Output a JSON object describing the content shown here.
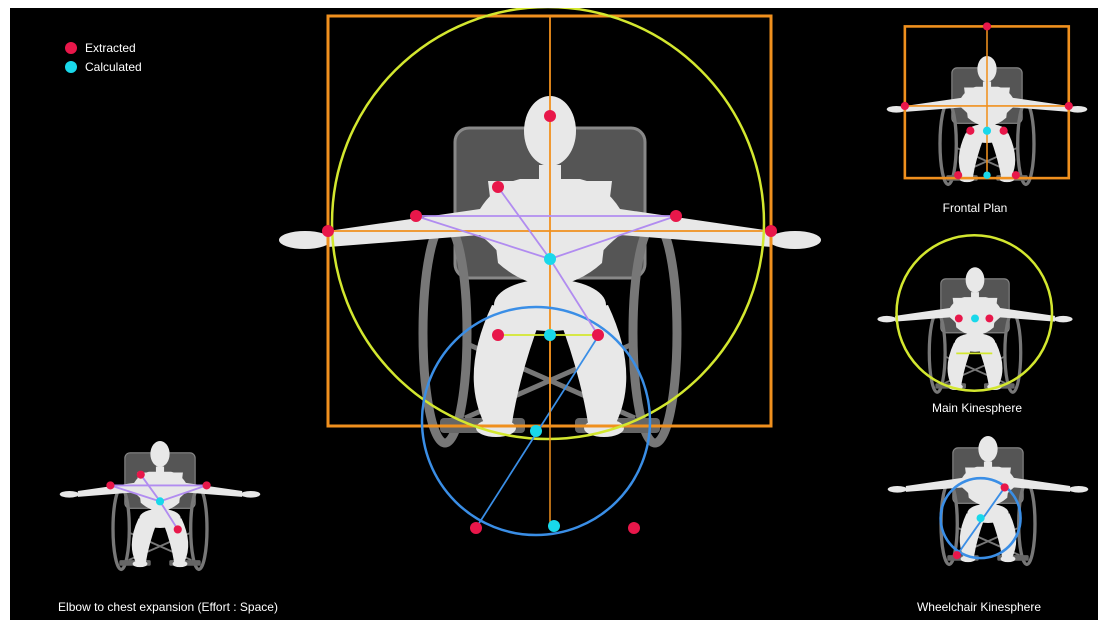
{
  "legend": {
    "extracted": {
      "label": "Extracted",
      "color": "#e8174a"
    },
    "calculated": {
      "label": "Calculated",
      "color": "#19d8ea"
    }
  },
  "panels": {
    "frontal_plan": {
      "caption": "Frontal Plan"
    },
    "main_kinesphere": {
      "caption": "Main Kinesphere"
    },
    "wheelchair_kinesphere": {
      "caption": "Wheelchair Kinesphere"
    },
    "elbow_chest": {
      "caption": "Elbow to chest expansion (Effort : Space)"
    }
  },
  "colors": {
    "background": "#000000",
    "frontal_box": "#f0901e",
    "main_kinesphere": "#d3e72f",
    "wheelchair_kinesphere": "#3a8ee6",
    "elbow_lines": "#b18cf0",
    "figure": "#e8e8e8",
    "wheelchair": "#777777"
  }
}
